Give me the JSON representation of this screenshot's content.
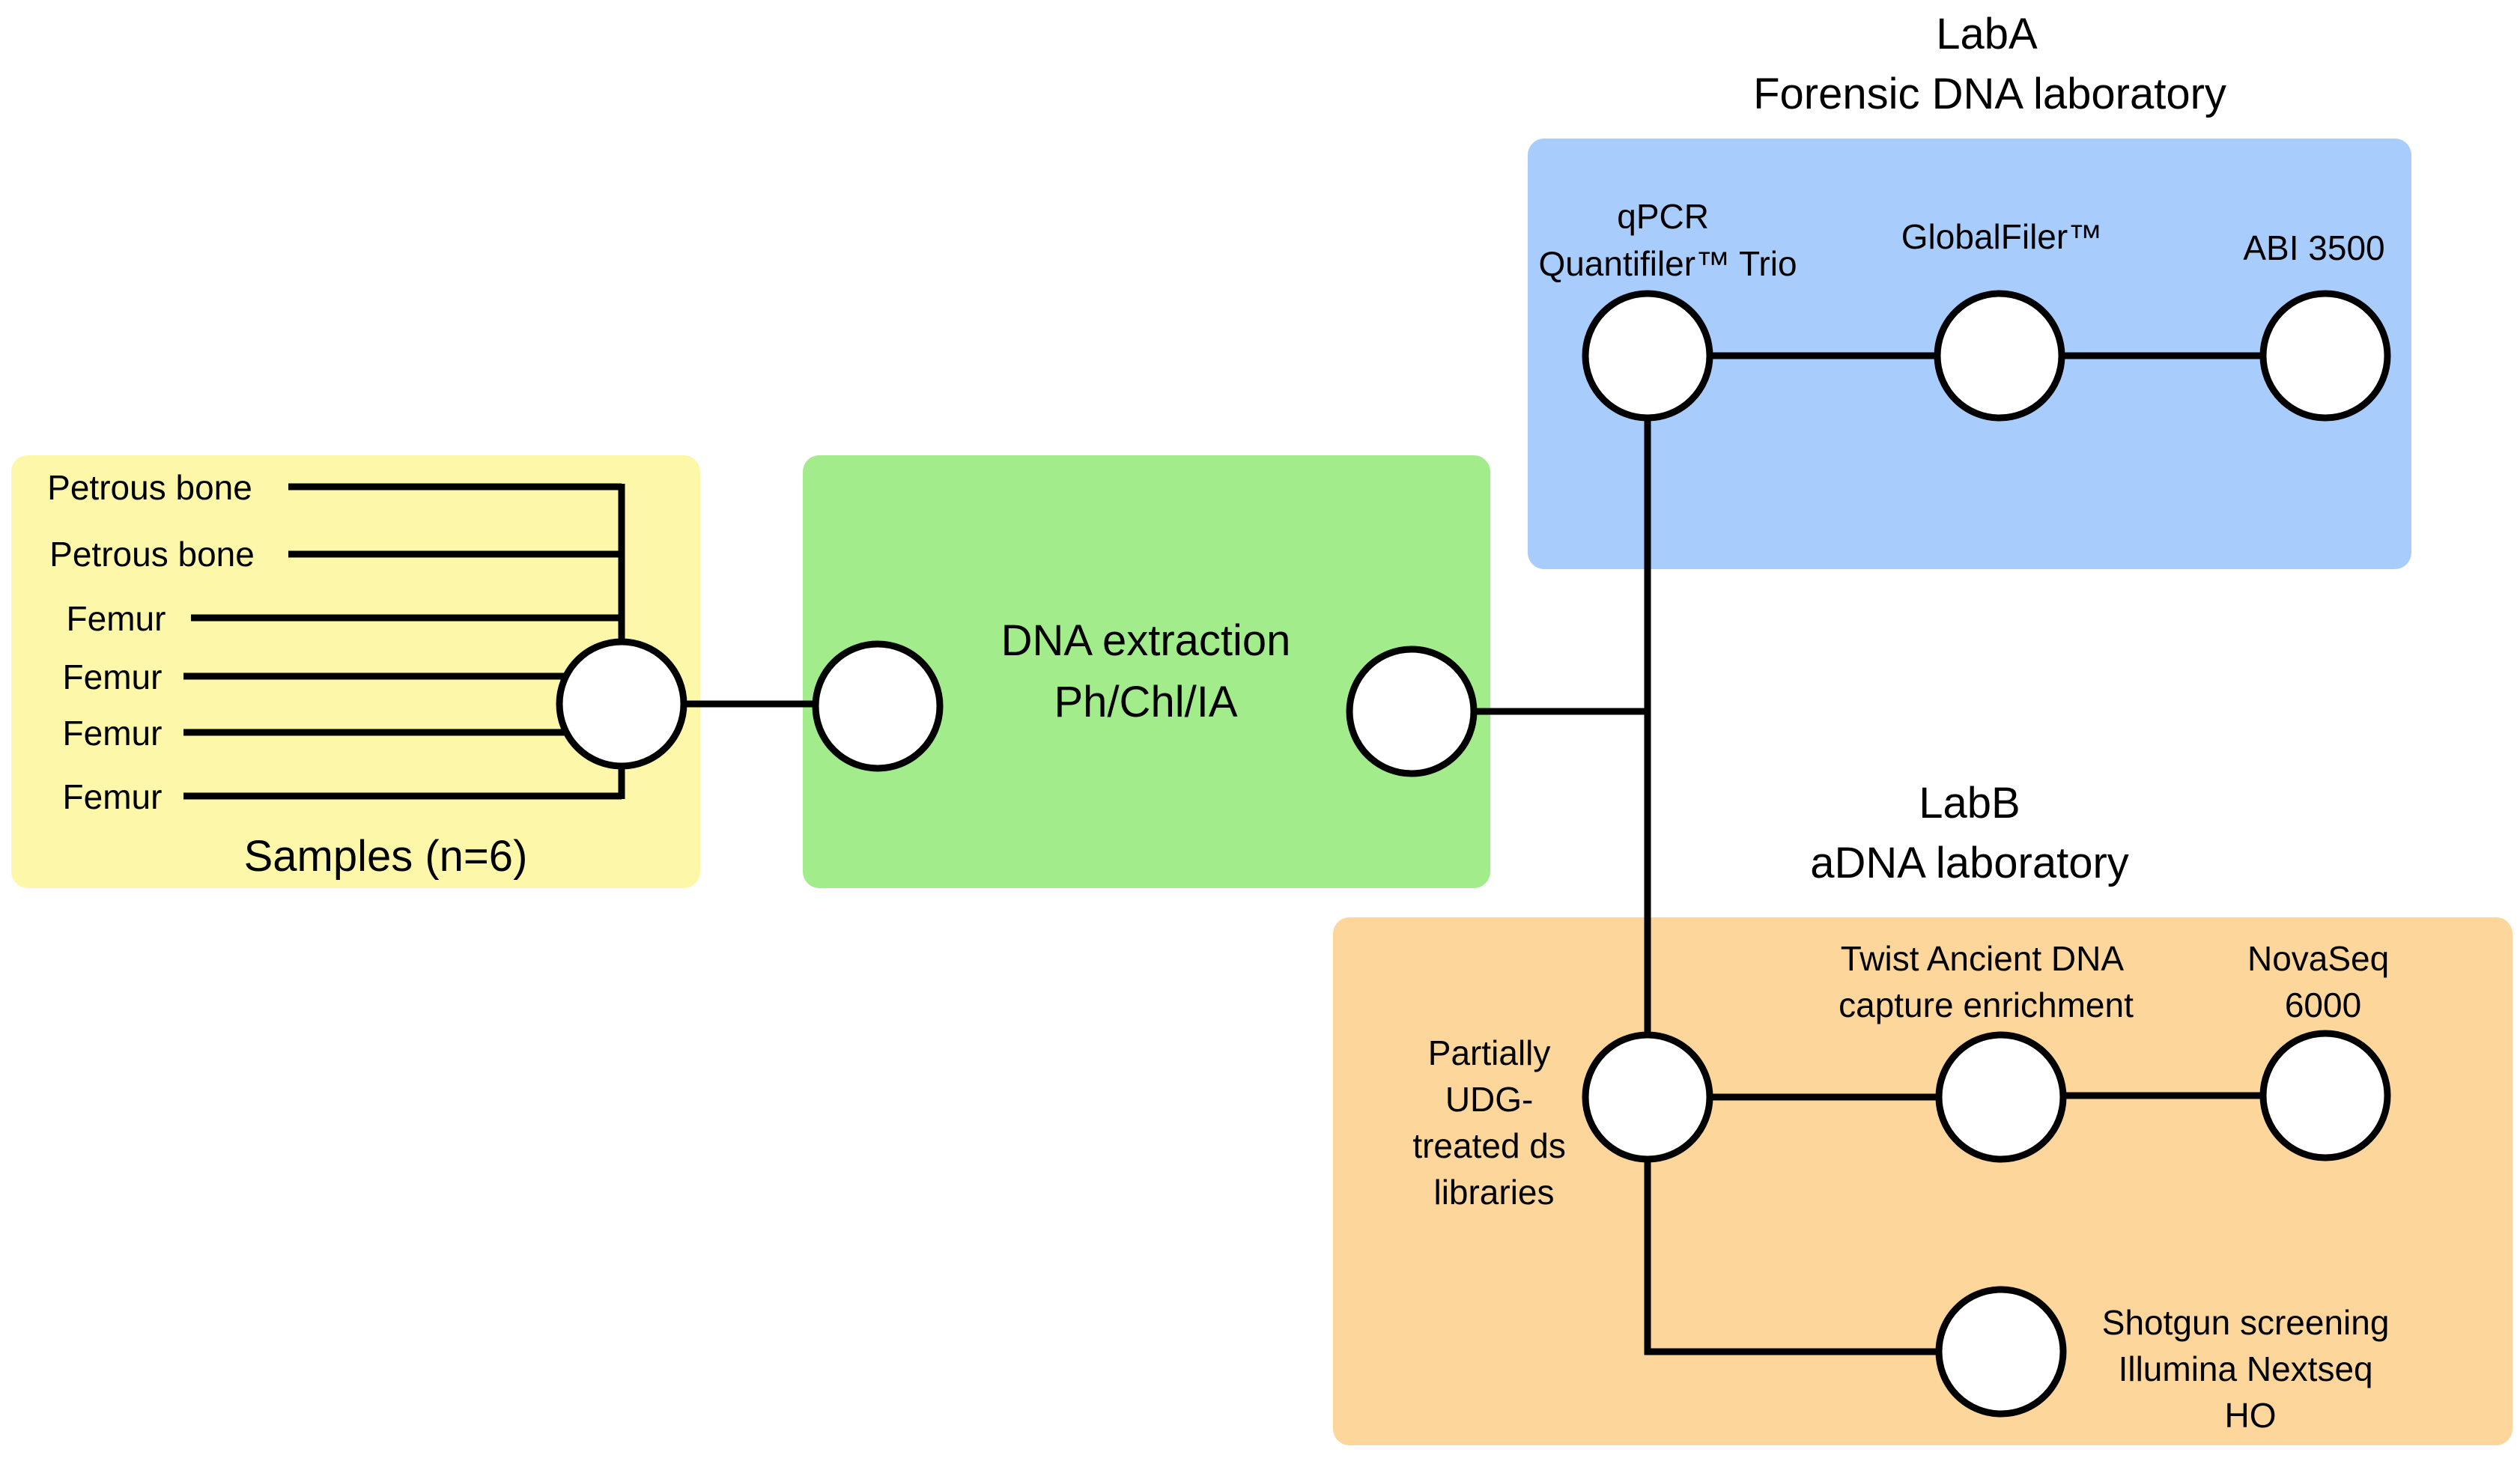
{
  "colors": {
    "samples_panel": "#fdf7a9",
    "extraction_panel": "#a2ec8c",
    "lab_a_panel": "#a8cdfd",
    "lab_b_panel": "#fdd69b",
    "line": "#000000",
    "node_fill": "#ffffff"
  },
  "samples": {
    "items": [
      "Petrous bone",
      "Petrous bone",
      "Femur",
      "Femur",
      "Femur",
      "Femur"
    ],
    "caption": "Samples (n=6)"
  },
  "extraction": {
    "line1": "DNA extraction",
    "line2": "Ph/Chl/IA"
  },
  "lab_a": {
    "title_line1": "LabA",
    "title_line2": "Forensic DNA laboratory",
    "steps": {
      "qpcr": [
        "qPCR",
        "Quantifiler™ Trio"
      ],
      "globalfiler": [
        "GlobalFiler™"
      ],
      "abi": [
        "ABI 3500"
      ]
    }
  },
  "lab_b": {
    "title_line1": "LabB",
    "title_line2": "aDNA laboratory",
    "steps": {
      "libraries": [
        "Partially",
        "UDG-",
        "treated ds",
        "libraries"
      ],
      "twist": [
        "Twist Ancient DNA",
        "capture enrichment"
      ],
      "novaseq": [
        "NovaSeq",
        "6000"
      ],
      "shotgun": [
        "Shotgun screening",
        "Illumina Nextseq",
        "HO"
      ]
    }
  }
}
